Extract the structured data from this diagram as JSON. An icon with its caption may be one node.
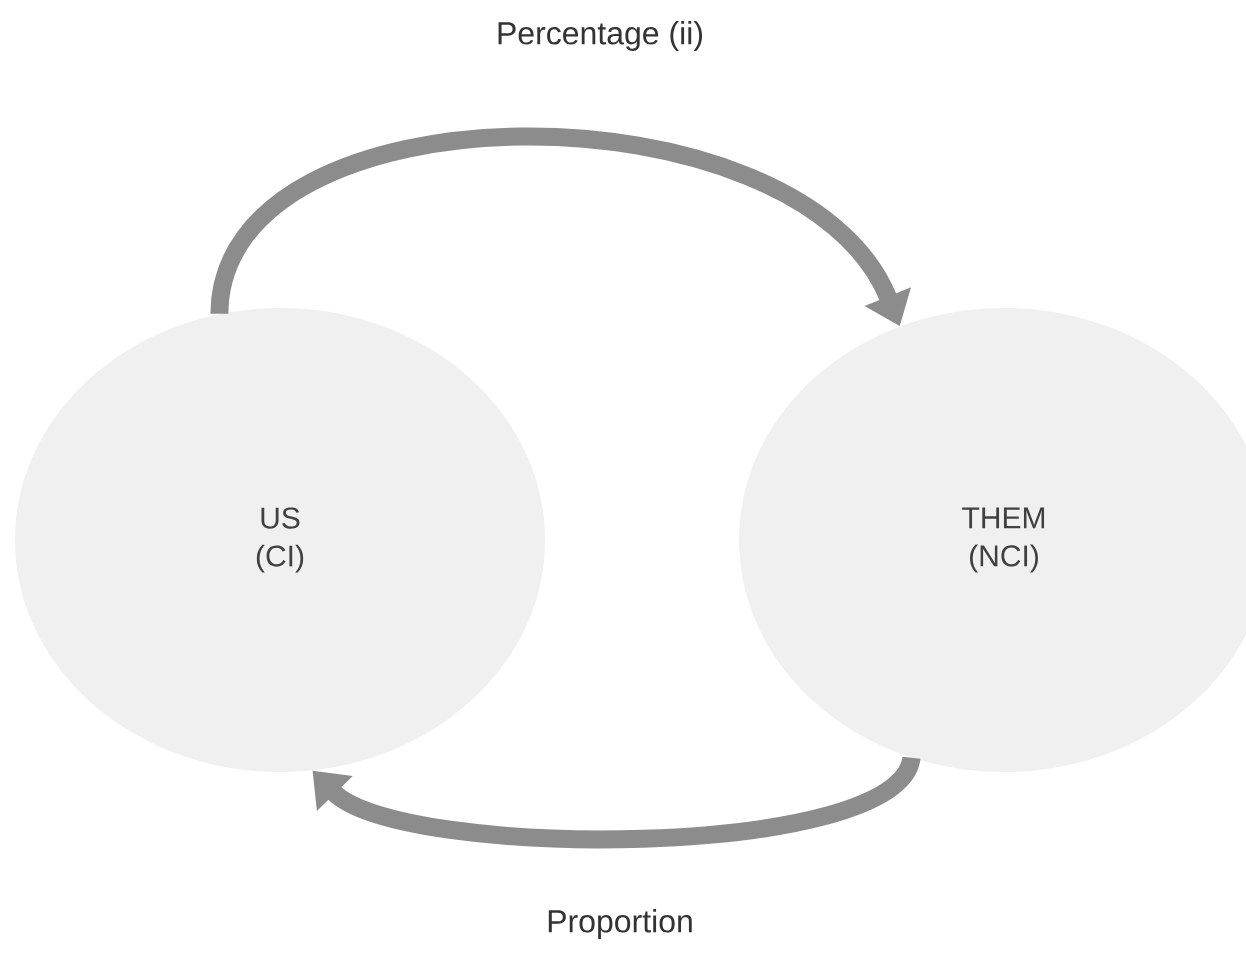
{
  "diagram": {
    "nodes": [
      {
        "text": [
          "US (CI)"
        ]
      },
      {
        "text": [
          "THEM (NCI)"
        ]
      }
    ],
    "edges": [
      {
        "from": 0,
        "to": 1,
        "arrow": "to",
        "label": "Percentage (ii)"
      },
      {
        "from": 1,
        "to": 0,
        "arrow": "to",
        "label": "Proportion"
      }
    ]
  }
}
